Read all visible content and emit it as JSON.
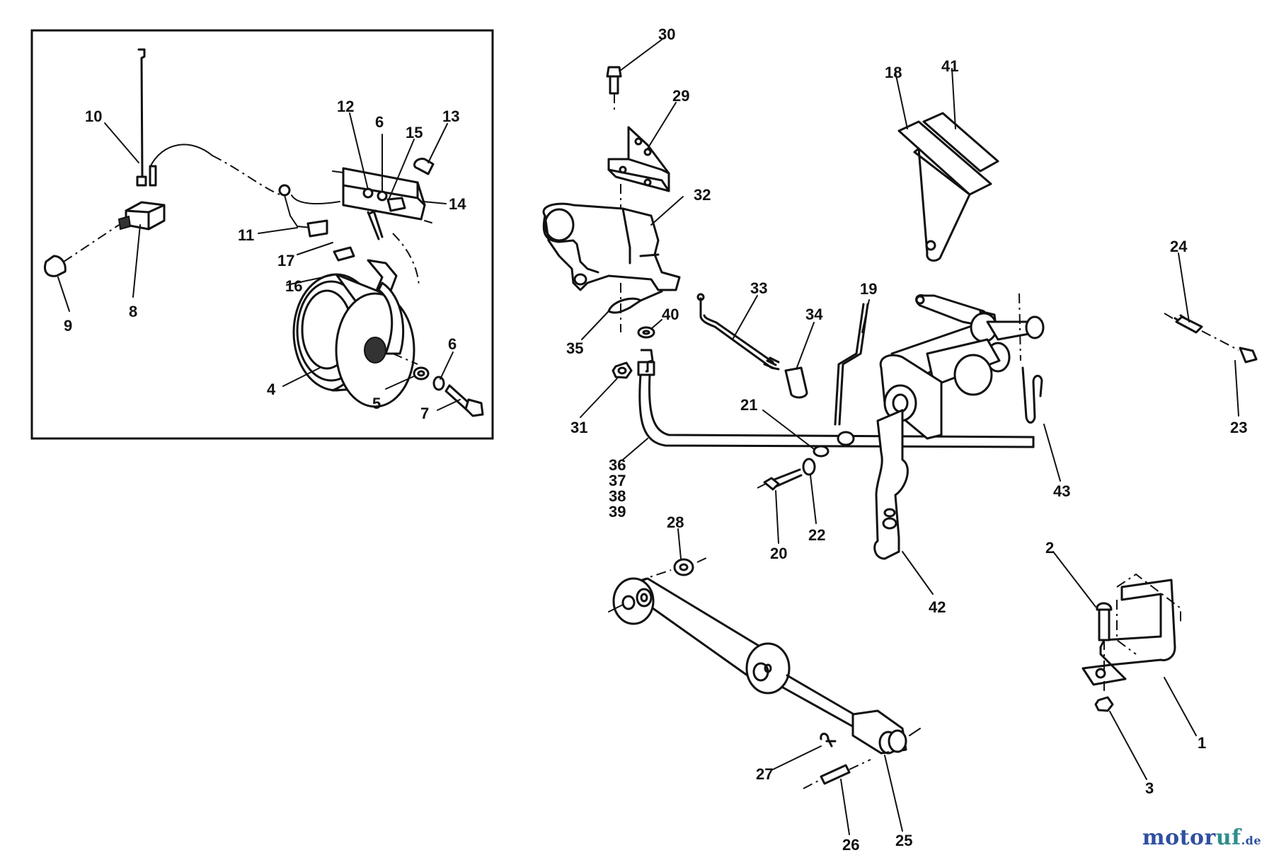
{
  "labels": {
    "l1": "1",
    "l2": "2",
    "l3": "3",
    "l4": "4",
    "l5": "5",
    "l6a": "6",
    "l6b": "6",
    "l7": "7",
    "l8": "8",
    "l9": "9",
    "l10": "10",
    "l11": "11",
    "l12": "12",
    "l13": "13",
    "l14": "14",
    "l15": "15",
    "l16": "16",
    "l17": "17",
    "l18": "18",
    "l19": "19",
    "l20": "20",
    "l21": "21",
    "l22": "22",
    "l23": "23",
    "l24": "24",
    "l25": "25",
    "l26": "26",
    "l27": "27",
    "l28": "28",
    "l29": "29",
    "l30": "30",
    "l31": "31",
    "l32": "32",
    "l33": "33",
    "l34": "34",
    "l35": "35",
    "l36": "36",
    "l37": "37",
    "l38": "38",
    "l39": "39",
    "l40": "40",
    "l41": "41",
    "l42": "42",
    "l43": "43"
  },
  "watermark": {
    "part1": "motor",
    "part2": "uf",
    "part3": ".de"
  }
}
